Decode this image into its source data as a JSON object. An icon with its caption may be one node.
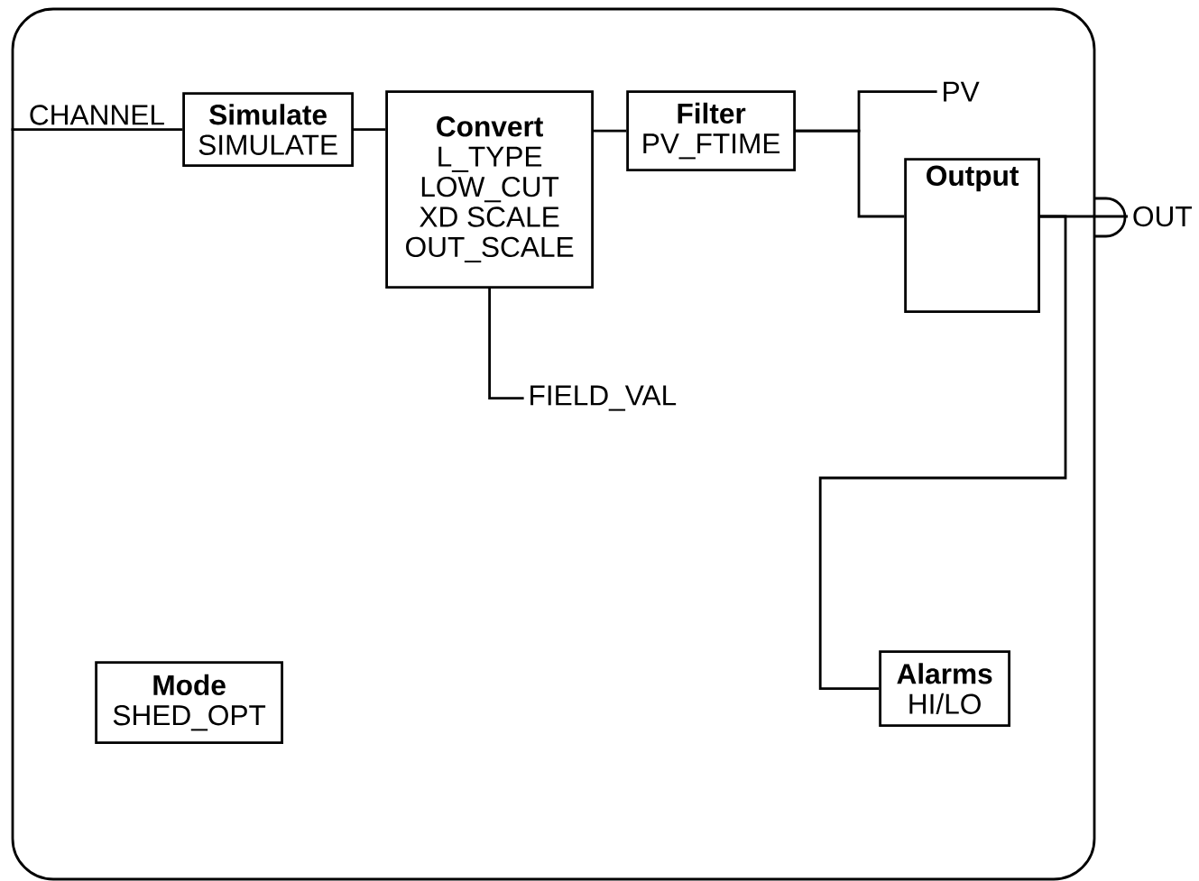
{
  "diagram": {
    "nodes": [
      {
        "text": [],
        "shape": "box"
      },
      {
        "text": [
          "Simulate",
          "SIMULATE"
        ],
        "in": 0
      },
      {
        "text": [
          "Convert",
          "L_TYPE",
          "LOW_CUT",
          "XD SCALE",
          "OUT_SCALE"
        ],
        "in": 0
      },
      {
        "text": [
          "Filter",
          "PV_FTIME"
        ],
        "in": 0
      },
      {
        "text": [
          "PV"
        ],
        "in": 0
      },
      {
        "text": [
          "Output"
        ],
        "in": 0
      },
      {
        "text": [
          "OUT"
        ]
      },
      {
        "text": [
          "FIELD_VAL"
        ],
        "in": 0
      },
      {
        "text": [
          "Alarms",
          "HI/LO"
        ],
        "in": 0
      },
      {
        "text": [
          "Mode",
          "SHED_OPT"
        ],
        "in": 0
      }
    ],
    "edges": [
      {
        "from": null,
        "to": 1,
        "arrow": "none",
        "label": "CHANNEL"
      },
      {
        "from": 1,
        "to": 2,
        "arrow": "none"
      },
      {
        "from": 2,
        "to": 3,
        "arrow": "none"
      },
      {
        "from": 3,
        "to": 4,
        "arrow": "none"
      },
      {
        "from": 3,
        "to": 5,
        "arrow": "none"
      },
      {
        "from": 5,
        "to": 6,
        "arrow": "none"
      },
      {
        "from": 5,
        "to": 8,
        "arrow": "none"
      },
      {
        "from": 2,
        "to": 7,
        "arrow": "none"
      }
    ]
  }
}
